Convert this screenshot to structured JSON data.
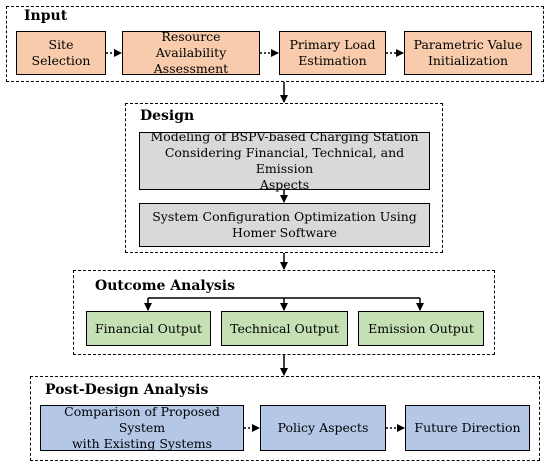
{
  "colors": {
    "input": "#f8cbad",
    "design": "#d9d9d9",
    "outcome": "#c5e0b4",
    "post": "#b4c7e7"
  },
  "input": {
    "title": "Input",
    "boxes": [
      "Site Selection",
      "Resource Availability\nAssessment",
      "Primary Load\nEstimation",
      "Parametric Value\nInitialization"
    ]
  },
  "design": {
    "title": "Design",
    "boxes": [
      "Modeling of BSPV-based Charging Station\nConsidering Financial, Technical, and Emission\nAspects",
      "System Configuration Optimization Using\nHomer Software"
    ]
  },
  "outcome": {
    "title": "Outcome Analysis",
    "boxes": [
      "Financial Output",
      "Technical Output",
      "Emission Output"
    ]
  },
  "post_design": {
    "title": "Post-Design Analysis",
    "boxes": [
      "Comparison of Proposed System\nwith Existing Systems",
      "Policy Aspects",
      "Future Direction"
    ]
  }
}
